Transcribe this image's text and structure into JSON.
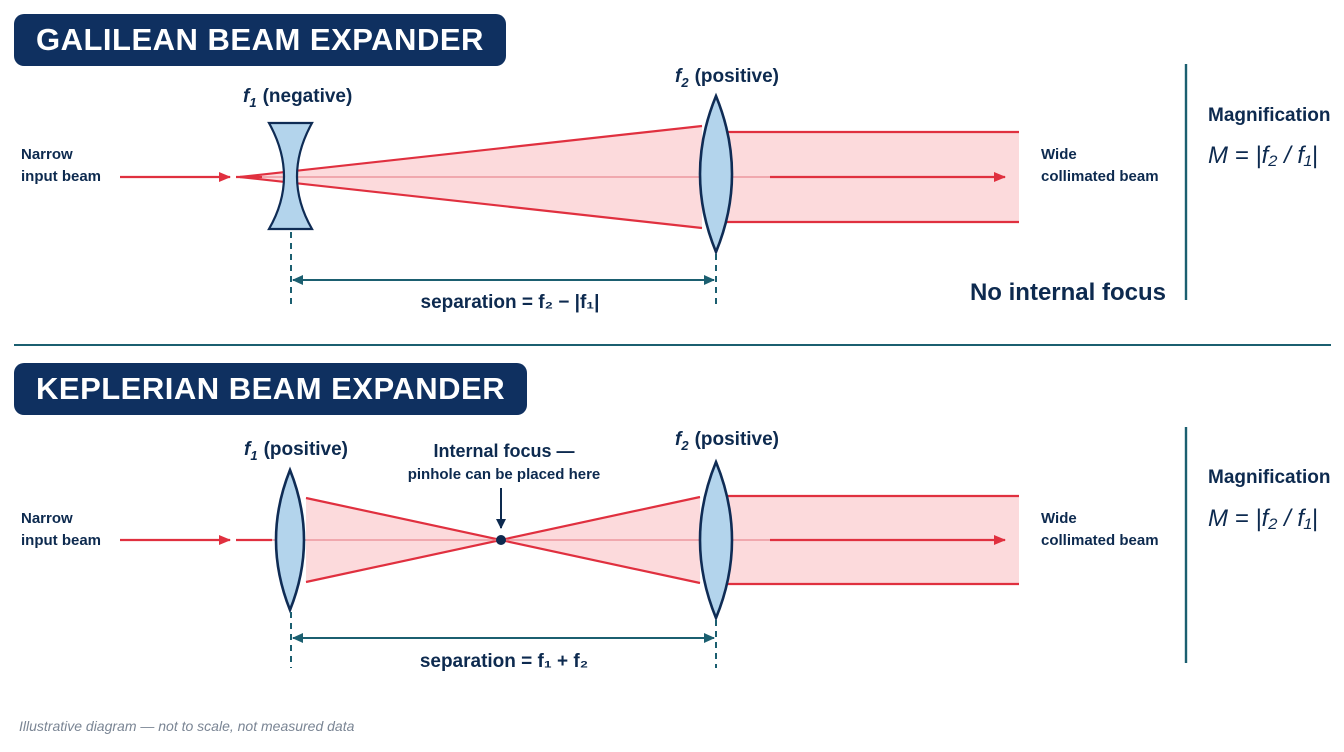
{
  "galilean": {
    "title": "GALILEAN BEAM EXPANDER",
    "input_label": [
      "Narrow",
      "input beam"
    ],
    "output_label": [
      "Wide",
      "collimated beam"
    ],
    "lens1_symbol": "f",
    "lens1_sub": "1",
    "lens1_type": "(negative)",
    "lens2_symbol": "f",
    "lens2_sub": "2",
    "lens2_type": "(positive)",
    "separation_text": "separation = f₂ − |f₁|",
    "note": "No internal focus",
    "magnification_title": "Magnification",
    "magnification_formula": "M = |f₂ / f₁|"
  },
  "keplerian": {
    "title": "KEPLERIAN BEAM EXPANDER",
    "input_label": [
      "Narrow",
      "input beam"
    ],
    "output_label": [
      "Wide",
      "collimated beam"
    ],
    "lens1_symbol": "f",
    "lens1_sub": "1",
    "lens1_type": "(positive)",
    "lens2_symbol": "f",
    "lens2_sub": "2",
    "lens2_type": "(positive)",
    "focus_label": [
      "Internal focus —",
      "pinhole can be placed here"
    ],
    "separation_text": "separation = f₁ + f₂",
    "magnification_title": "Magnification",
    "magnification_formula": "M = |f₂ / f₁|"
  },
  "footnote": "Illustrative diagram — not to scale, not measured data",
  "colors": {
    "navy": "#0f3060",
    "beam_red": "#e0303f",
    "beam_fill": "#fbd3d6",
    "lens_fill": "#b3d4ec",
    "lens_stroke": "#0f2c55",
    "teal": "#1b5f70"
  }
}
